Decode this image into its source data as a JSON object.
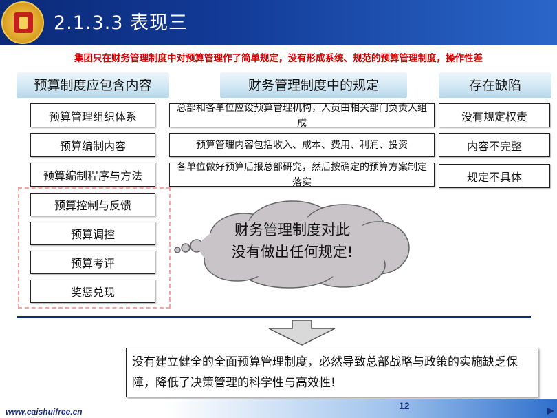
{
  "header": {
    "title": "2.1.3.3 表现三",
    "subtitle": "集团只在财务管理制度中对预算管理作了简单规定，没有形成系统、规范的预算管理制度，操作性差"
  },
  "columns": {
    "col1_head": "预算制度应包含内容",
    "col2_head": "财务管理制度中的规定",
    "col3_head": "存在缺陷"
  },
  "rows": [
    {
      "content": "预算管理组织体系",
      "rule": "总部和各单位应设预算管理机构，人员由相关部门负责人组成",
      "defect": "没有规定权责"
    },
    {
      "content": "预算编制内容",
      "rule": "预算管理内容包括收入、成本、费用、利润、投资",
      "defect": "内容不完整"
    },
    {
      "content": "预算编制程序与方法",
      "rule": "各单位做好预算后报总部研究，然后按确定的预算方案制定落实",
      "defect": "规定不具体"
    }
  ],
  "missing_items": [
    "预算控制与反馈",
    "预算调控",
    "预算考评",
    "奖惩兑现"
  ],
  "cloud": {
    "line1": "财务管理制度对此",
    "line2": "没有做出任何规定!"
  },
  "conclusion": "没有建立健全的全面预算管理制度，必然导致总部战略与政策的实施缺乏保障，降低了决策管理的科学性与高效性!",
  "footer": {
    "url": "www.caishuifree.cn",
    "page": "12"
  },
  "colors": {
    "header_blue": "#0b2a78",
    "subtitle_red": "#d40000",
    "cloud_fill": "#c8c4c8",
    "dashed_pink": "#f2a6a6"
  },
  "icons": {
    "logo": "emblem-logo",
    "arrow": "down-arrow-icon",
    "cloud": "thought-cloud-icon",
    "nav": "next-slide-icon"
  }
}
